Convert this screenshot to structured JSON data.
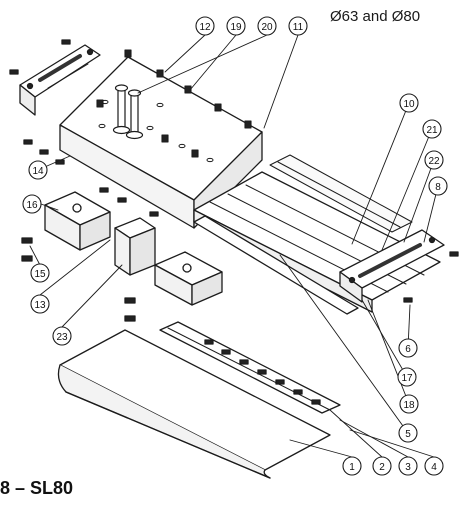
{
  "header": {
    "size_label": "Ø63 and Ø80"
  },
  "footer": {
    "series_label": "8 – SL80"
  },
  "callouts": [
    "12",
    "19",
    "20",
    "11",
    "10",
    "21",
    "22",
    "8",
    "14",
    "16",
    "15",
    "13",
    "23",
    "6",
    "17",
    "18",
    "5",
    "1",
    "2",
    "3",
    "4"
  ]
}
